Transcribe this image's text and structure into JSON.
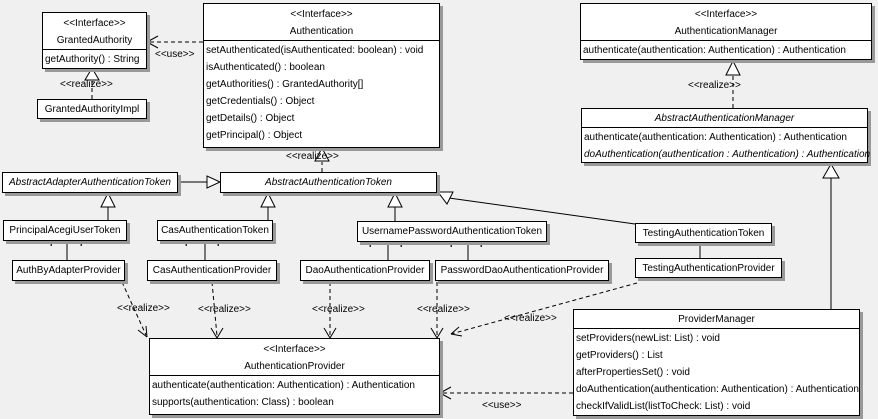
{
  "diagram": {
    "labels": {
      "use": "<<use>>",
      "realize": "<<realize>>",
      "plus": "+"
    },
    "classes": {
      "granted_authority": {
        "stereotype": "<<Interface>>",
        "name": "GrantedAuthority",
        "methods": [
          "getAuthority() : String"
        ]
      },
      "granted_authority_impl": {
        "name": "GrantedAuthorityImpl"
      },
      "authentication": {
        "stereotype": "<<Interface>>",
        "name": "Authentication",
        "methods": [
          "setAuthenticated(isAuthenticated: boolean) : void",
          "isAuthenticated() : boolean",
          "getAuthorities() : GrantedAuthority[]",
          "getCredentials() : Object",
          "getDetails() : Object",
          "getPrincipal() : Object"
        ]
      },
      "authentication_manager": {
        "stereotype": "<<Interface>>",
        "name": "AuthenticationManager",
        "methods": [
          "authenticate(authentication: Authentication) : Authentication"
        ]
      },
      "abstract_authentication_manager": {
        "name": "AbstractAuthenticationManager",
        "methods": [
          "authenticate(authentication: Authentication) : Authentication",
          "doAuthentication(authentication : Authentication) : Authentication"
        ]
      },
      "abstract_adapter_authentication_token": {
        "name": "AbstractAdapterAuthenticationToken"
      },
      "abstract_authentication_token": {
        "name": "AbstractAuthenticationToken"
      },
      "principal_acegi_user_token": {
        "name": "PrincipalAcegiUserToken"
      },
      "cas_authentication_token": {
        "name": "CasAuthenticationToken"
      },
      "username_password_authentication_token": {
        "name": "UsernamePasswordAuthenticationToken"
      },
      "testing_authentication_token": {
        "name": "TestingAuthenticationToken"
      },
      "auth_by_adapter_provider": {
        "name": "AuthByAdapterProvider"
      },
      "cas_authentication_provider": {
        "name": "CasAuthenticationProvider"
      },
      "dao_authentication_provider": {
        "name": "DaoAuthenticationProvider"
      },
      "password_dao_authentication_provider": {
        "name": "PasswordDaoAuthenticationProvider"
      },
      "testing_authentication_provider": {
        "name": "TestingAuthenticationProvider"
      },
      "authentication_provider": {
        "stereotype": "<<Interface>>",
        "name": "AuthenticationProvider",
        "methods": [
          "authenticate(authentication: Authentication) : Authentication",
          "supports(authentication: Class) : boolean"
        ]
      },
      "provider_manager": {
        "name": "ProviderManager",
        "methods": [
          "setProviders(newList: List) : void",
          "getProviders() : List",
          "afterPropertiesSet() : void",
          "doAuthentication(authentication: Authentication) : Authentication",
          "checkIfValidList(listToCheck: List) : void"
        ]
      }
    },
    "colors": {
      "background": "#f0f0f0",
      "box_fill": "#ffffff",
      "line": "#000000",
      "shadow": "#999999"
    }
  }
}
